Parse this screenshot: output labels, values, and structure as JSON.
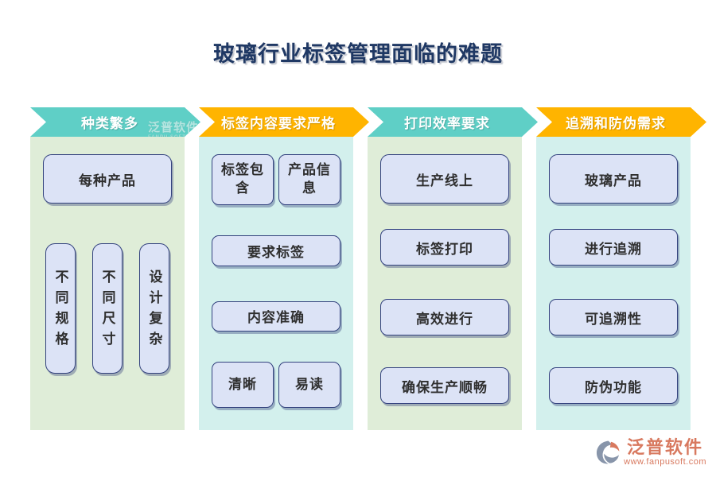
{
  "title": "玻璃行业标签管理面临的难题",
  "colors": {
    "title_navy": "#1F3864",
    "header_teal": "#5FCFC6",
    "header_orange": "#FFB400",
    "body_green": "#DFEDD8",
    "body_cyan": "#D3F0ED",
    "box_fill": "#DCE3F6",
    "box_border": "#33427E",
    "box_text": "#2F2F2F",
    "logo_salmon": "#D8795F",
    "logo_gray_blue": "#8895AA"
  },
  "columns": [
    {
      "header": "种类繁多",
      "main_box": "每种产品",
      "vertical_boxes": [
        "不同规格",
        "不同尺寸",
        "设计复杂"
      ]
    },
    {
      "header": "标签内容要求严格",
      "pair_top": [
        "标签包含",
        "产品信息"
      ],
      "row_boxes": [
        "要求标签",
        "内容准确"
      ],
      "pair_bottom": [
        "清晰",
        "易读"
      ]
    },
    {
      "header": "打印效率要求",
      "row_boxes": [
        "生产线上",
        "标签打印",
        "高效进行",
        "确保生产顺畅"
      ]
    },
    {
      "header": "追溯和防伪需求",
      "row_boxes": [
        "玻璃产品",
        "进行追溯",
        "可追溯性",
        "防伪功能"
      ]
    }
  ],
  "watermark": {
    "brand": "泛普软件",
    "subtext": "FANPU SOFTWARE"
  },
  "footer": {
    "brand": "泛普软件",
    "url": "www.fanpusoft.com"
  }
}
